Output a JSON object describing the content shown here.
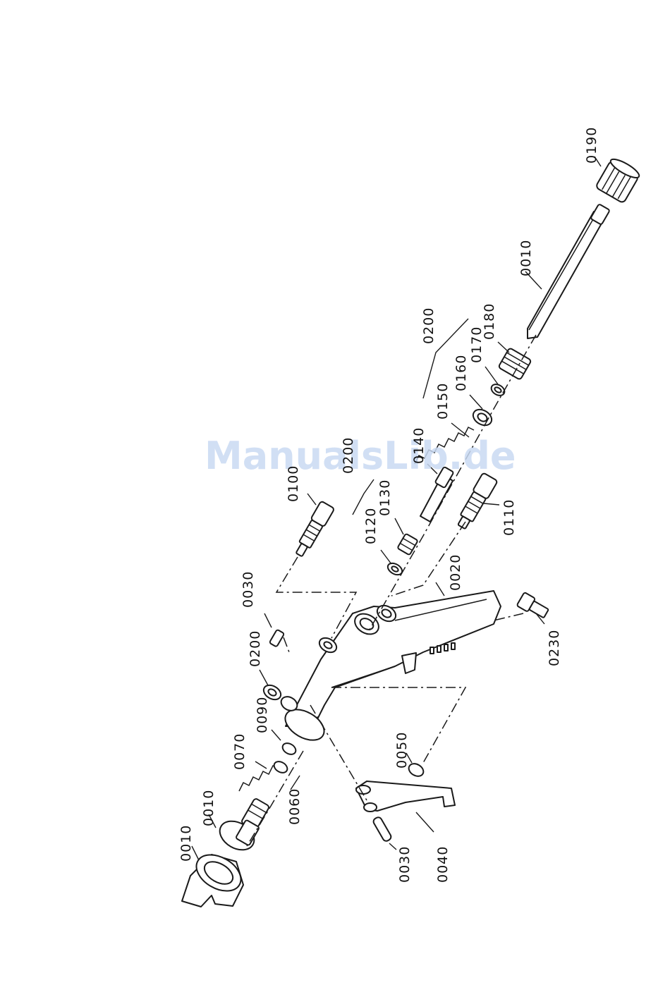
{
  "watermark": "ManualsLib.de",
  "labels": [
    {
      "id": "0190",
      "text": "0190"
    },
    {
      "id": "0010-needle",
      "text": "0010"
    },
    {
      "id": "0200-upper",
      "text": "0200"
    },
    {
      "id": "0180",
      "text": "0180"
    },
    {
      "id": "0170",
      "text": "0170"
    },
    {
      "id": "0160",
      "text": "0160"
    },
    {
      "id": "0150",
      "text": "0150"
    },
    {
      "id": "0140",
      "text": "0140"
    },
    {
      "id": "0200-mid",
      "text": "0200"
    },
    {
      "id": "0130",
      "text": "0130"
    },
    {
      "id": "0120",
      "text": "0120"
    },
    {
      "id": "0100",
      "text": "0100"
    },
    {
      "id": "0110",
      "text": "0110"
    },
    {
      "id": "0020",
      "text": "0020"
    },
    {
      "id": "0030-top",
      "text": "0030"
    },
    {
      "id": "0200-lower",
      "text": "0200"
    },
    {
      "id": "0230",
      "text": "0230"
    },
    {
      "id": "0090",
      "text": "0090"
    },
    {
      "id": "0070",
      "text": "0070"
    },
    {
      "id": "0060",
      "text": "0060"
    },
    {
      "id": "0050",
      "text": "0050"
    },
    {
      "id": "0010-cap",
      "text": "0010"
    },
    {
      "id": "0010-nozzle",
      "text": "0010"
    },
    {
      "id": "0030-pin",
      "text": "0030"
    },
    {
      "id": "0040",
      "text": "0040"
    }
  ]
}
